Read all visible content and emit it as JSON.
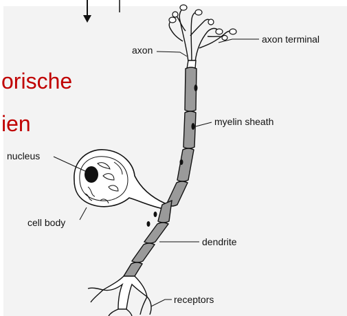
{
  "slide_text": {
    "line1": "orische",
    "line2": "ien"
  },
  "labels": {
    "axon": "axon",
    "axon_terminal": "axon terminal",
    "myelin_sheath": "myelin sheath",
    "nucleus": "nucleus",
    "cell_body": "cell body",
    "dendrite": "dendrite",
    "receptors": "receptors"
  },
  "colors": {
    "slide_text": "#c00000",
    "background": "#f3f3f3",
    "myelin": "#9a9a9a",
    "outline": "#111111"
  }
}
